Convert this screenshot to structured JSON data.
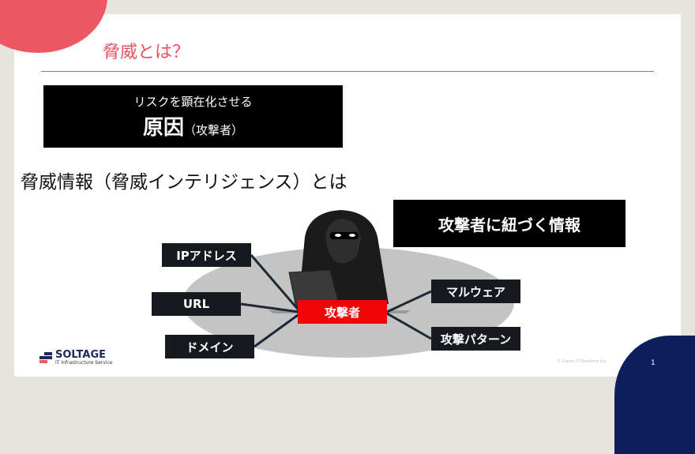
{
  "slide": {
    "title": "脅威とは？",
    "page_number": "1",
    "copyright": "© Canon IT Solutions Inc."
  },
  "definition_box": {
    "line1": "リスクを顕在化させる",
    "main": "原因",
    "sub": "（攻撃者）"
  },
  "heading": "脅威情報（脅威インテリジェンス）とは",
  "callout": "攻撃者に紐づく情報",
  "diagram": {
    "center": "攻撃者",
    "left": [
      "IPアドレス",
      "URL",
      "ドメイン"
    ],
    "right": [
      "マルウェア",
      "攻撃パターン"
    ]
  },
  "logo": {
    "name": "SOLTAGE",
    "tagline": "IT Infrastructure Service"
  },
  "colors": {
    "accent": "#e8525f",
    "navy": "#0c1f5c",
    "center": "#f00404"
  }
}
